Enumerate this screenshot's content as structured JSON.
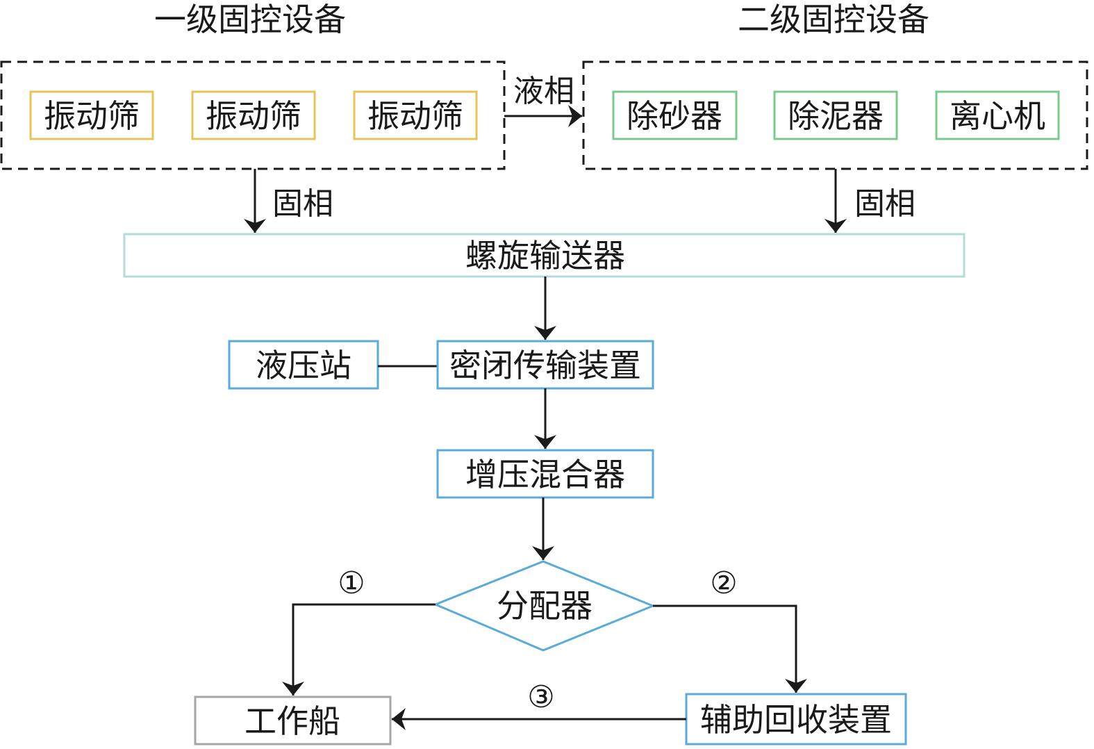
{
  "colors": {
    "yellow": "#e8c25a",
    "green": "#7cc98e",
    "teal": "#b3dbd8",
    "blue": "#5aabd8",
    "gray": "#a6a6a6",
    "line": "#1a1a1a"
  },
  "groups": {
    "primary": {
      "title": "一级固控设备",
      "devices": [
        "振动筛",
        "振动筛",
        "振动筛"
      ]
    },
    "secondary": {
      "title": "二级固控设备",
      "devices": [
        "除砂器",
        "除泥器",
        "离心机"
      ]
    }
  },
  "edges": {
    "liquid_phase": "液相",
    "solid_phase_left": "固相",
    "solid_phase_right": "固相",
    "route_1": "①",
    "route_2": "②",
    "route_3": "③"
  },
  "nodes": {
    "screw_conveyor": "螺旋输送器",
    "hydraulic_station": "液压站",
    "sealed_transfer": "密闭传输装置",
    "booster_mixer": "增压混合器",
    "distributor": "分配器",
    "work_vessel": "工作船",
    "auxiliary_recovery": "辅助回收装置"
  }
}
